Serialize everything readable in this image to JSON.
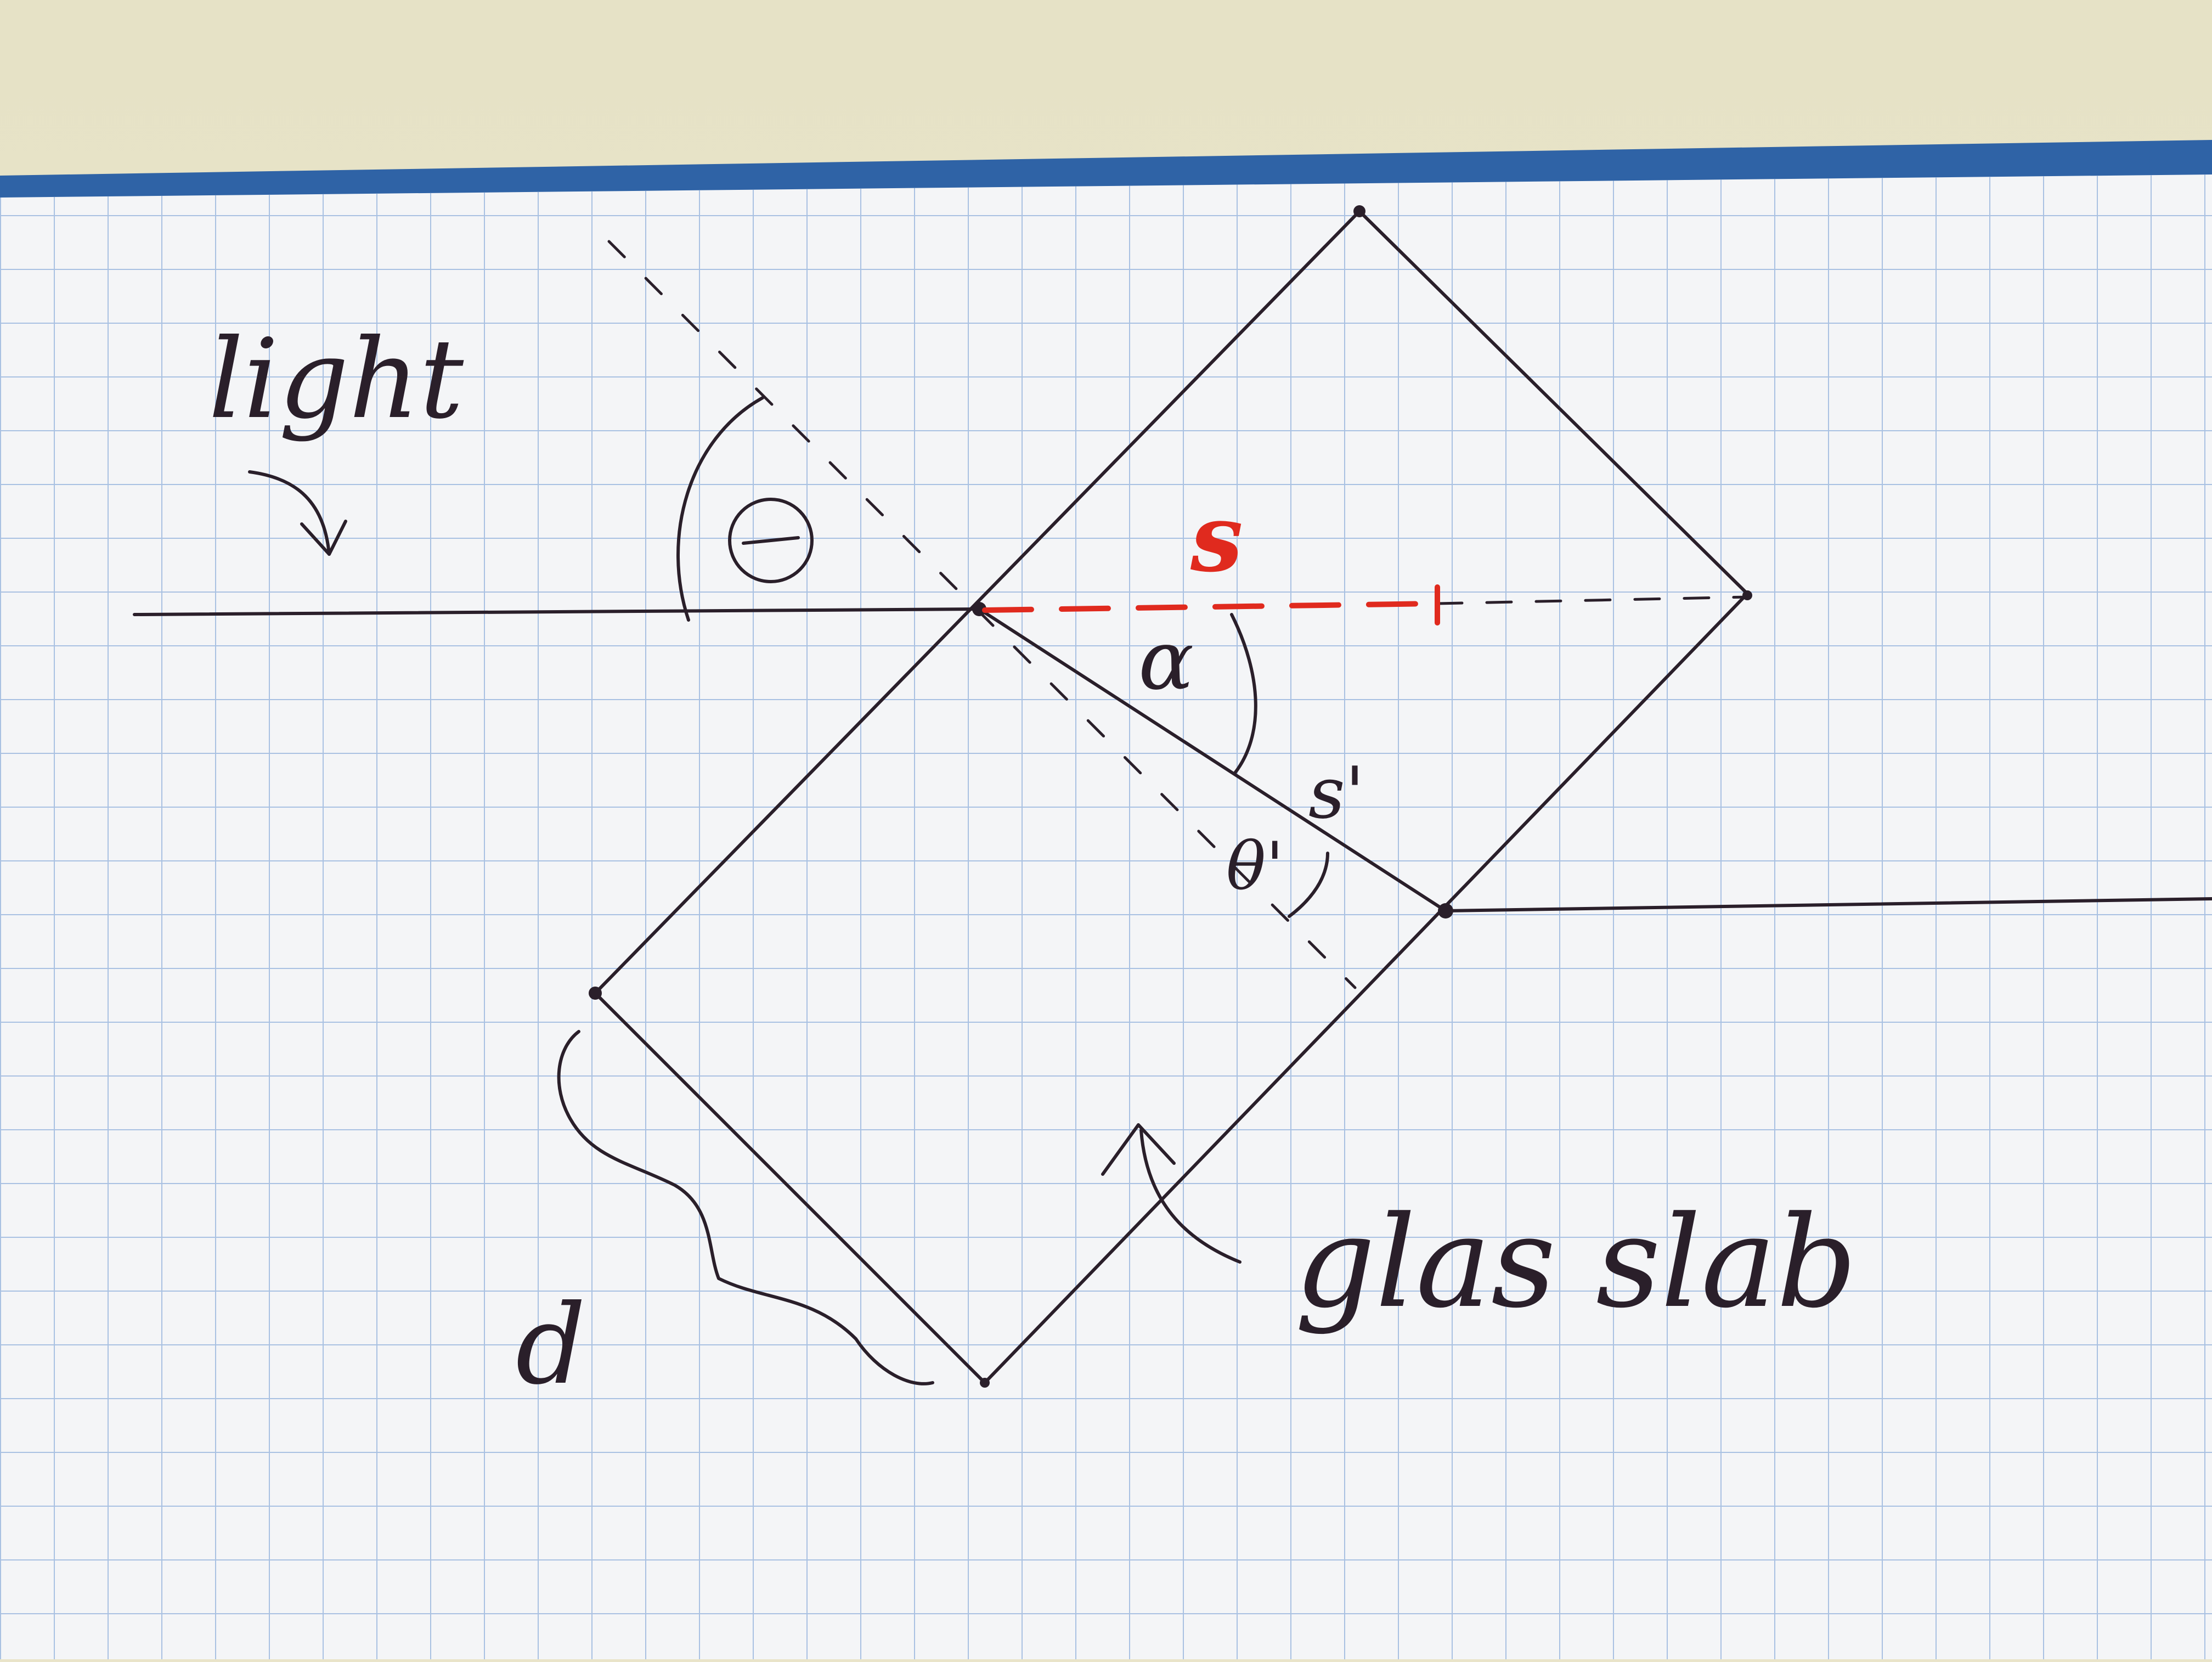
{
  "colors": {
    "background": "#e9e4c9",
    "paper": "#f4f5f7",
    "grid": "#a9c1e2",
    "binding": "#2f63a6",
    "ink": "#2a1f2a",
    "red_ink": "#e02a1e"
  },
  "labels": {
    "light": "light",
    "theta": "Θ",
    "s": "s",
    "alpha": "α",
    "s_prime": "s'",
    "theta_prime": "θ'",
    "d": "d",
    "glas_slab": "glas slab"
  }
}
